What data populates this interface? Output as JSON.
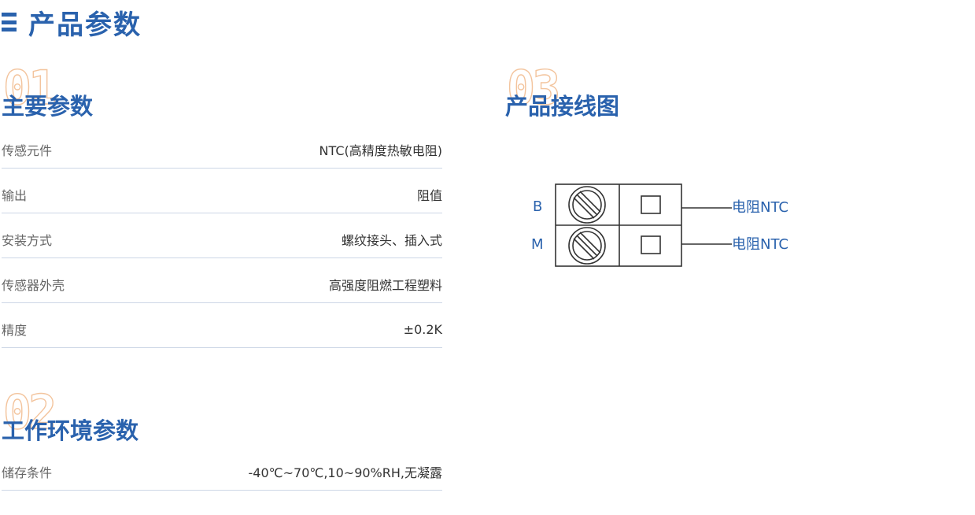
{
  "header": {
    "title": "产品参数"
  },
  "sections": {
    "main_params": {
      "number": "01",
      "title": "主要参数"
    },
    "env_params": {
      "number": "02",
      "title": "工作环境参数"
    },
    "wiring": {
      "number": "03",
      "title": "产品接线图"
    }
  },
  "main_params_rows": [
    {
      "label": "传感元件",
      "value": "NTC(高精度热敏电阻)"
    },
    {
      "label": "输出",
      "value": "阻值"
    },
    {
      "label": "安装方式",
      "value": "螺纹接头、插入式"
    },
    {
      "label": "传感器外壳",
      "value": "高强度阻燃工程塑料"
    },
    {
      "label": "精度",
      "value": "±0.2K"
    }
  ],
  "env_params_rows": [
    {
      "label": "储存条件",
      "value": "-40℃~70℃,10~90%RH,无凝露"
    }
  ],
  "wiring": {
    "terminals": [
      {
        "pin": "B",
        "connection": "电阻NTC"
      },
      {
        "pin": "M",
        "connection": "电阻NTC"
      }
    ]
  },
  "colors": {
    "primary": "#2a62ad",
    "number_outline": "#f3c49d",
    "divider": "#ccd6e6"
  }
}
